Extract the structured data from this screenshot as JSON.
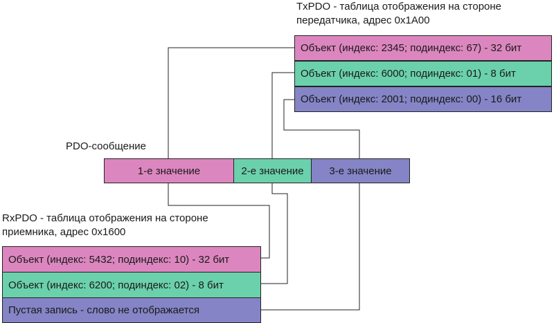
{
  "tx_table": {
    "heading": "TxPDO - таблица отображения на стороне\nпередатчика, адрес 0x1A00",
    "rows": [
      {
        "label": "Объект (индекс: 2345; подиндекс: 67) - 32 бит",
        "color": "#dc86bf"
      },
      {
        "label": "Объект (индекс: 6000; подиндекс: 01) - 8 бит",
        "color": "#6bd0ac"
      },
      {
        "label": "Объект (индекс: 2001; подиндекс: 00) - 16 бит",
        "color": "#8484c6"
      }
    ]
  },
  "pdo_message": {
    "heading": "PDO-сообщение",
    "cells": [
      {
        "label": "1-е значение",
        "color": "#dc86bf"
      },
      {
        "label": "2-е значение",
        "color": "#6bd0ac"
      },
      {
        "label": "3-е значение",
        "color": "#8484c6"
      }
    ]
  },
  "rx_table": {
    "heading": "RxPDO - таблица отображения на стороне\nприемника, адрес 0x1600",
    "rows": [
      {
        "label": "Объект (индекс: 5432; подиндекс: 10) - 32 бит",
        "color": "#dc86bf"
      },
      {
        "label": "Объект (индекс: 6200; подиндекс: 02) - 8 бит",
        "color": "#6bd0ac"
      },
      {
        "label": "Пустая запись - слово не отображается",
        "color": "#8484c6"
      }
    ]
  }
}
